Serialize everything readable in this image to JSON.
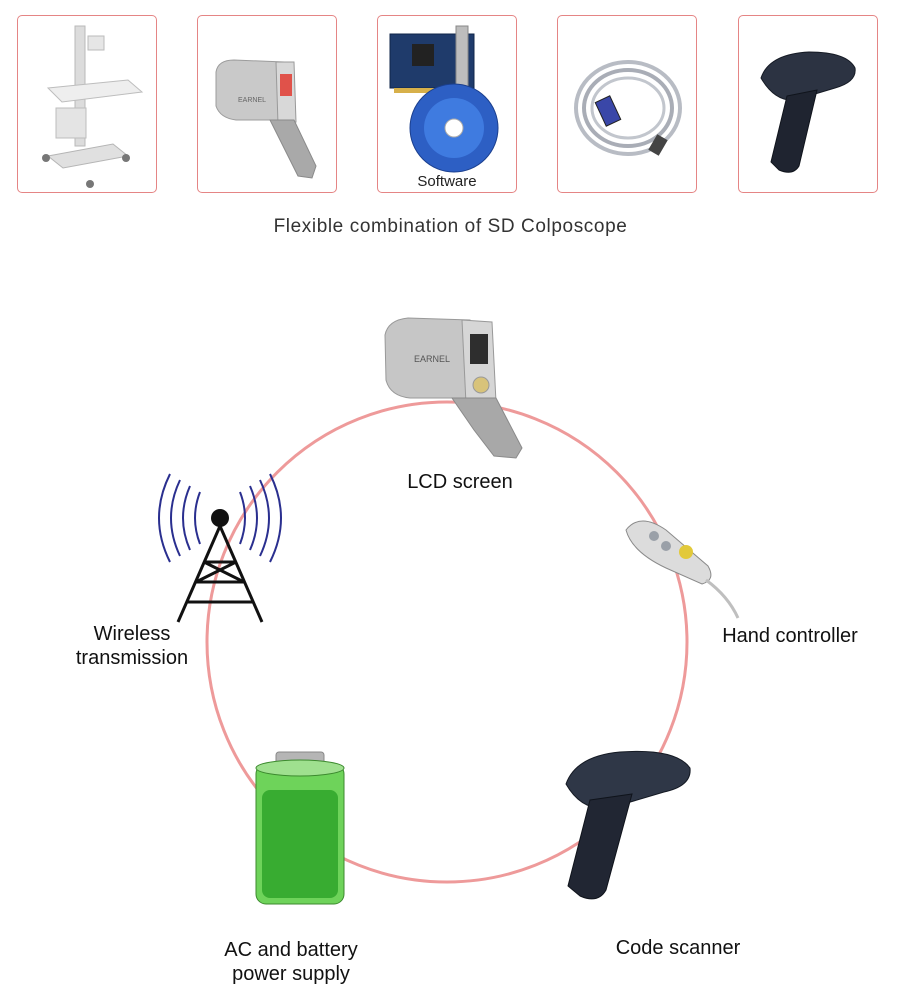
{
  "thumbnails": [
    {
      "name": "cart-image",
      "caption": ""
    },
    {
      "name": "colposcope-image",
      "caption": ""
    },
    {
      "name": "software-image",
      "caption": "Software"
    },
    {
      "name": "cable-image",
      "caption": ""
    },
    {
      "name": "scanner-image",
      "caption": ""
    }
  ],
  "subtitle": "Flexible combination of SD Colposcope",
  "diagram": {
    "lcd_label": "LCD screen",
    "hand_controller_label": "Hand controller",
    "code_scanner_label": "Code scanner",
    "power_label_line1": "AC and battery",
    "power_label_line2": "power supply",
    "wireless_label_line1": "Wireless",
    "wireless_label_line2": "transmission"
  },
  "colors": {
    "thumb_border": "#e58585",
    "ring": "#ee9a9a",
    "antenna_waves": "#2a2f8f"
  }
}
